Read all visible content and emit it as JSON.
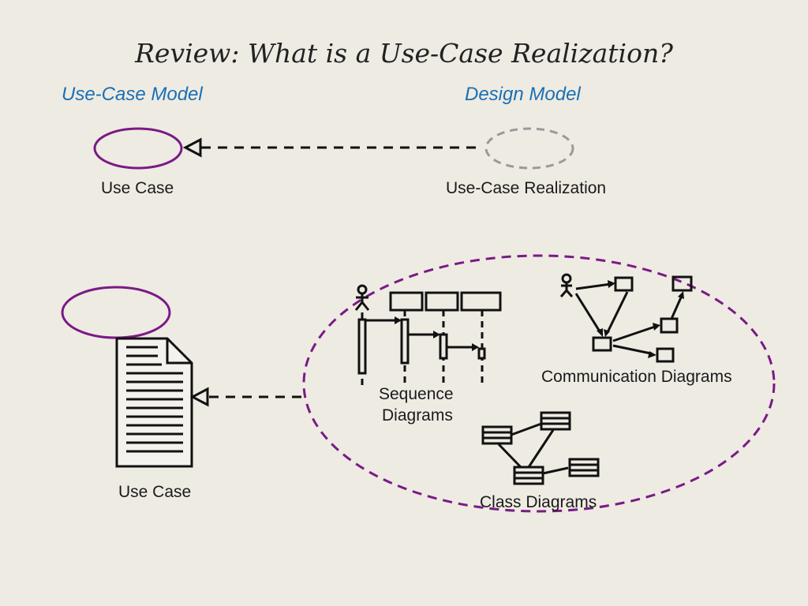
{
  "title": "Review: What is a Use-Case Realization?",
  "colors": {
    "background": "#eeebe3",
    "model_label": "#1a6fb5",
    "use_case_ellipse": "#7a1a86",
    "realization_ellipse": "#9a9a9a",
    "grouping_ellipse": "#7a1a86",
    "ink": "#111111"
  },
  "labels": {
    "use_case_model": "Use-Case Model",
    "design_model": "Design Model",
    "use_case_top": "Use Case",
    "use_case_realization": "Use-Case Realization",
    "use_case_bottom": "Use Case",
    "sequence_diagrams_line1": "Sequence",
    "sequence_diagrams_line2": "Diagrams",
    "communication_diagrams": "Communication Diagrams",
    "class_diagrams": "Class Diagrams"
  }
}
